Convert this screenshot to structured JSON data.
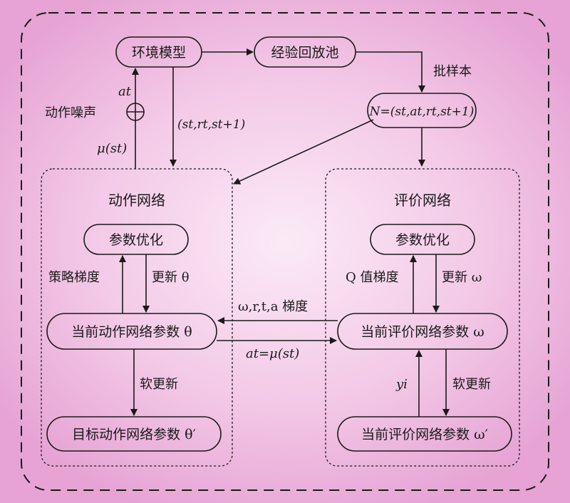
{
  "diagram": {
    "nodes": {
      "env_model": "环境模型",
      "replay_pool": "经验回放池",
      "batch_tuple": "N=(st,at,rt,st+1)",
      "actor_opt": "参数优化",
      "actor_current": "当前动作网络参数 θ",
      "actor_target": "目标动作网络参数 θ′",
      "critic_opt": "参数优化",
      "critic_current": "当前评价网络参数 ω",
      "critic_target": "当前评价网络参数 ω′"
    },
    "regions": {
      "actor": "动作网络",
      "critic": "评价网络"
    },
    "edges": {
      "batch_sample": "批样本",
      "action_noise": "动作噪声",
      "at": "at",
      "mu_st": "μ(st)",
      "transition": "(st,rt,st+1)",
      "policy_gradient": "策略梯度",
      "update_theta": "更新 θ",
      "soft_update_actor": "软更新",
      "q_gradient": "Q 值梯度",
      "update_omega": "更新 ω",
      "yi": "yi",
      "soft_update_critic": "软更新",
      "grad_to_actor": "ω,r,t,a 梯度",
      "at_mu": "at=μ(st)"
    }
  }
}
